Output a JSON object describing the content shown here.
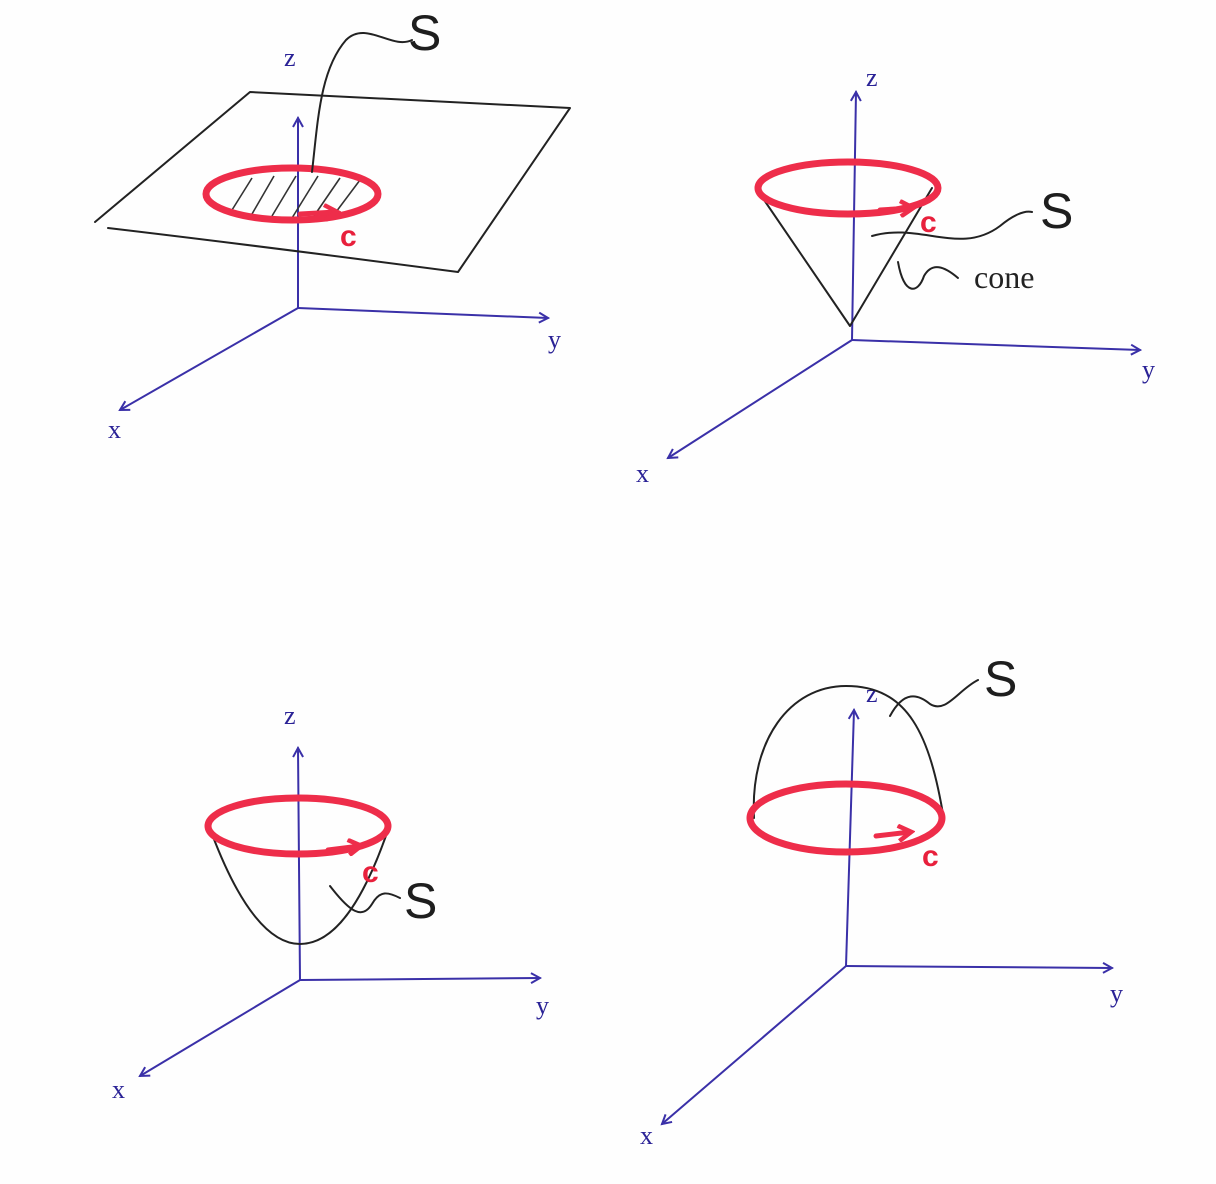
{
  "panels": [
    {
      "id": "plane",
      "axes": {
        "z": "z",
        "y": "y",
        "x": "x"
      },
      "surface_label": "S",
      "curve_label": "c"
    },
    {
      "id": "cone",
      "axes": {
        "z": "z",
        "y": "y",
        "x": "x"
      },
      "surface_label": "S",
      "curve_label": "c",
      "note": "cone"
    },
    {
      "id": "paraboloid",
      "axes": {
        "z": "z",
        "y": "y",
        "x": "x"
      },
      "surface_label": "S",
      "curve_label": "c"
    },
    {
      "id": "dome",
      "axes": {
        "z": "z",
        "y": "y",
        "x": "x"
      },
      "surface_label": "S",
      "curve_label": "c"
    }
  ],
  "colors": {
    "axis": "#3a30a8",
    "curve": "#ee2d4a",
    "ink": "#222222"
  }
}
